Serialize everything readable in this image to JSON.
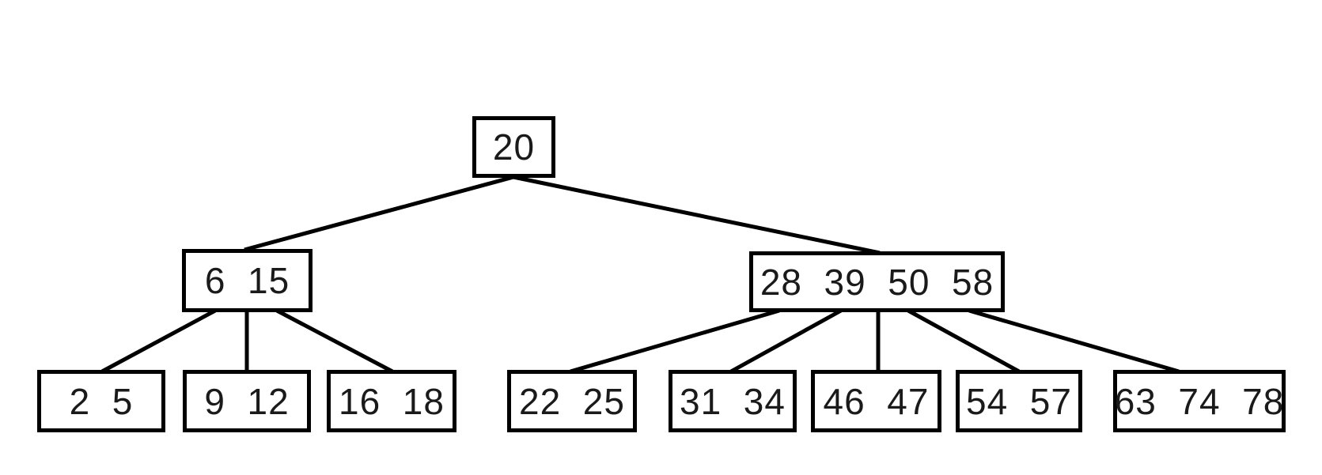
{
  "diagram": {
    "kind": "b-tree",
    "background_color": "#ffffff",
    "node_fill_color": "#ffffff",
    "node_border_color": "#000000",
    "edge_color": "#000000",
    "text_color": "#1a1a1a",
    "levels": [
      {
        "name": "root",
        "nodes": [
          {
            "keys": [
              20
            ]
          }
        ]
      },
      {
        "name": "internal",
        "nodes": [
          {
            "keys": [
              6,
              15
            ]
          },
          {
            "keys": [
              28,
              39,
              50,
              58
            ]
          }
        ]
      },
      {
        "name": "leaves",
        "nodes": [
          {
            "keys": [
              2,
              5
            ]
          },
          {
            "keys": [
              9,
              12
            ]
          },
          {
            "keys": [
              16,
              18
            ]
          },
          {
            "keys": [
              22,
              25
            ]
          },
          {
            "keys": [
              31,
              34
            ]
          },
          {
            "keys": [
              46,
              47
            ]
          },
          {
            "keys": [
              54,
              57
            ]
          },
          {
            "keys": [
              63,
              74,
              78
            ]
          }
        ]
      }
    ]
  }
}
